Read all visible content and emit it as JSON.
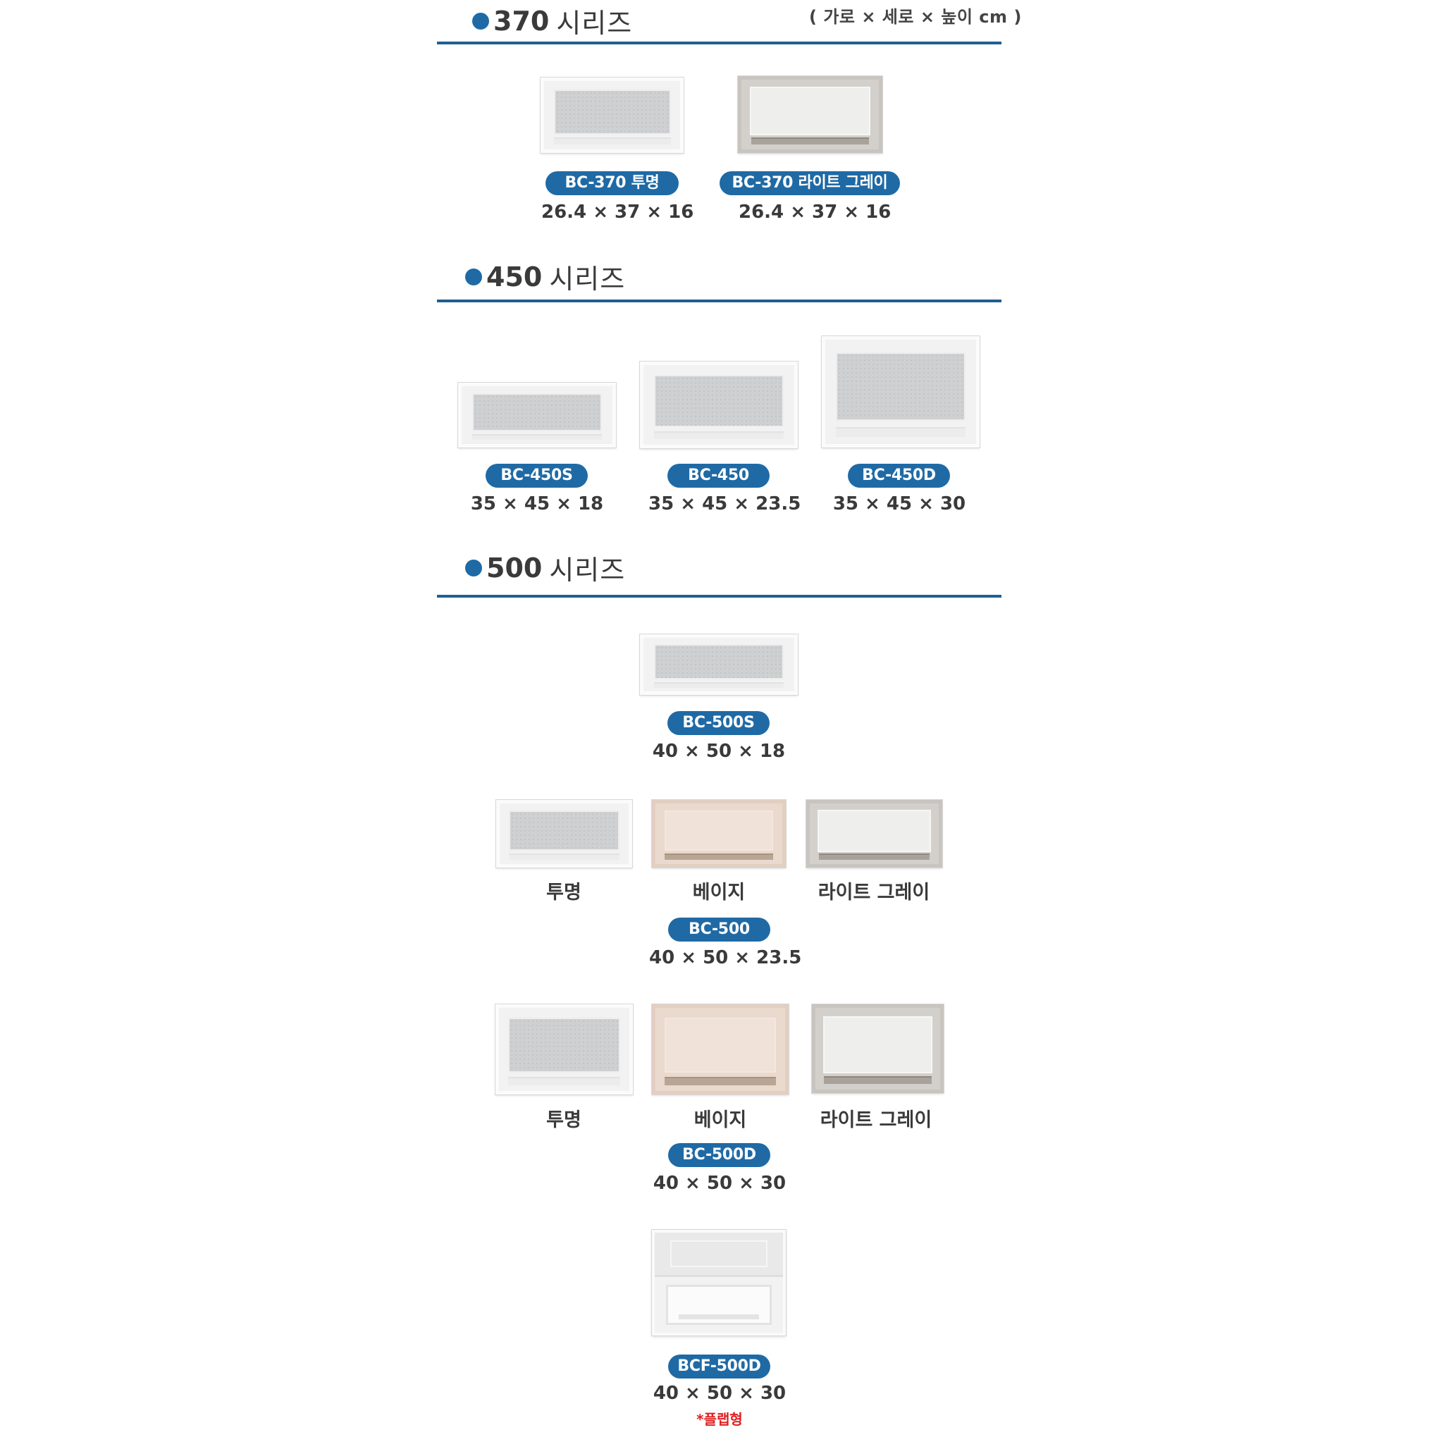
{
  "unit_note": "( 가로 × 세로 × 높이 cm )",
  "sections": {
    "s370": {
      "number": "370",
      "word": "시리즈",
      "products": [
        {
          "badge": "BC-370 투명",
          "dims": "26.4 × 37 × 16",
          "color": "clear"
        },
        {
          "badge": "BC-370 라이트 그레이",
          "dims": "26.4 × 37 × 16",
          "color": "light-gray"
        }
      ]
    },
    "s450": {
      "number": "450",
      "word": "시리즈",
      "products": [
        {
          "badge": "BC-450S",
          "dims": "35 × 45 × 18",
          "color": "clear"
        },
        {
          "badge": "BC-450",
          "dims": "35 × 45 × 23.5",
          "color": "clear"
        },
        {
          "badge": "BC-450D",
          "dims": "35 × 45 × 30",
          "color": "clear"
        }
      ]
    },
    "s500": {
      "number": "500",
      "word": "시리즈",
      "bc500s": {
        "badge": "BC-500S",
        "dims": "40 × 50 × 18"
      },
      "bc500": {
        "colors": [
          "투명",
          "베이지",
          "라이트 그레이"
        ],
        "badge": "BC-500",
        "dims": "40 × 50 × 23.5"
      },
      "bc500d": {
        "colors": [
          "투명",
          "베이지",
          "라이트 그레이"
        ],
        "badge": "BC-500D",
        "dims": "40 × 50 × 30"
      },
      "bcf500d": {
        "badge": "BCF-500D",
        "dims": "40 × 50 × 30",
        "note": "*플랩형"
      }
    }
  },
  "colors": {
    "accent": "#1f6aa5",
    "rule": "#1f5f93",
    "note": "#e02020",
    "clear": "#f2f2f2",
    "beige": "#ead9cd",
    "light_gray": "#d3d0cc"
  }
}
